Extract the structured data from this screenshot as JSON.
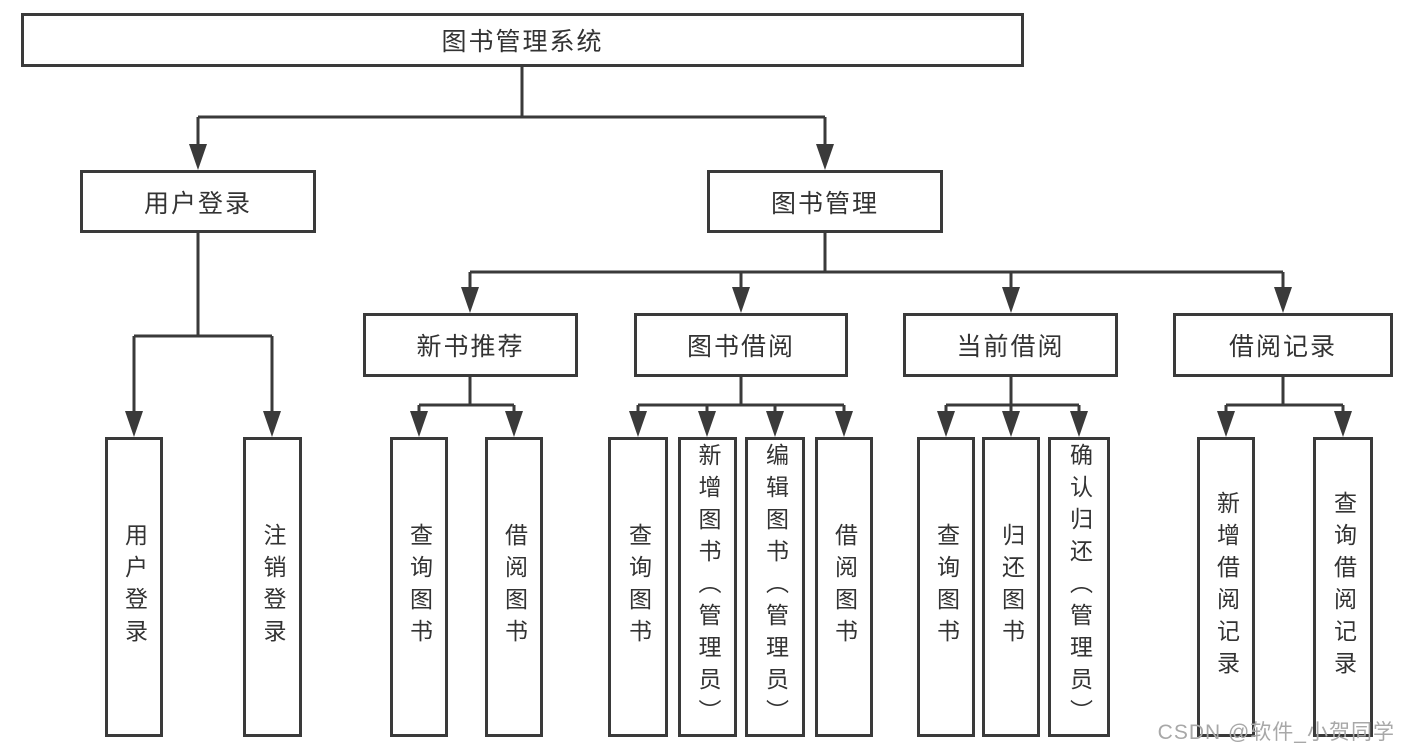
{
  "diagram": {
    "root": {
      "label": "图书管理系统"
    },
    "level2": [
      {
        "label": "用户登录",
        "children": [
          {
            "label": "用户登录"
          },
          {
            "label": "注销登录"
          }
        ]
      },
      {
        "label": "图书管理",
        "children": [
          {
            "label": "新书推荐",
            "children": [
              {
                "label": "查询图书"
              },
              {
                "label": "借阅图书"
              }
            ]
          },
          {
            "label": "图书借阅",
            "children": [
              {
                "label": "查询图书"
              },
              {
                "label": "新增图书（管理员）"
              },
              {
                "label": "编辑图书（管理员）"
              },
              {
                "label": "借阅图书"
              }
            ]
          },
          {
            "label": "当前借阅",
            "children": [
              {
                "label": "查询图书"
              },
              {
                "label": "归还图书"
              },
              {
                "label": "确认归还（管理员）"
              }
            ]
          },
          {
            "label": "借阅记录",
            "children": [
              {
                "label": "新增借阅记录"
              },
              {
                "label": "查询借阅记录"
              }
            ]
          }
        ]
      }
    ]
  },
  "watermark": {
    "text": "CSDN @软件_小贺同学"
  },
  "colors": {
    "line": "#3a3a3a",
    "text": "#333333",
    "box_background": "#ffffff",
    "page_background": "#ffffff",
    "watermark": "#a8a8a8"
  }
}
